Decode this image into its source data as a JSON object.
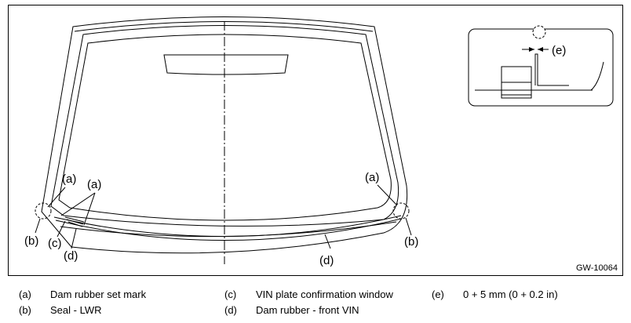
{
  "figure": {
    "id": "GW-10064",
    "callouts": {
      "a_upper_left": "(a)",
      "a_mid_left": "(a)",
      "a_right": "(a)",
      "b_left": "(b)",
      "b_right": "(b)",
      "c": "(c)",
      "d_left": "(d)",
      "d_bottom": "(d)",
      "e": "(e)"
    }
  },
  "legend": [
    {
      "key": "(a)",
      "text": "Dam rubber set mark"
    },
    {
      "key": "(b)",
      "text": "Seal - LWR"
    },
    {
      "key": "(c)",
      "text": "VIN plate confirmation window"
    },
    {
      "key": "(d)",
      "text": "Dam rubber - front VIN"
    },
    {
      "key": "(e)",
      "text": "0 + 5 mm (0 + 0.2 in)"
    }
  ]
}
